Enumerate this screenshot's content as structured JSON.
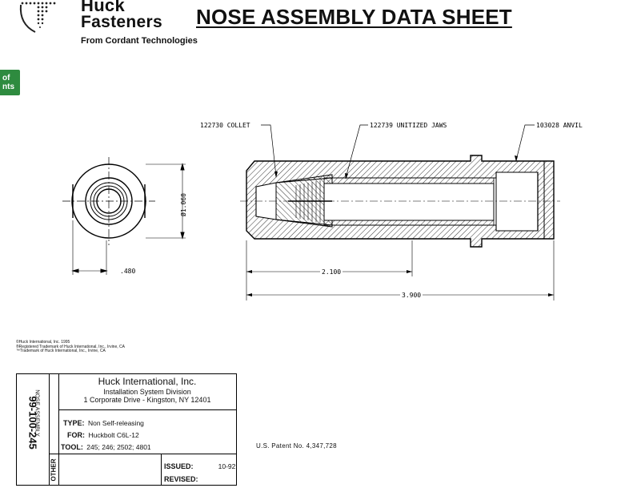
{
  "header": {
    "brand_line1": "Huck",
    "brand_line2": "Fasteners",
    "brand_sub": "From Cordant Technologies",
    "title": "NOSE ASSEMBLY DATA SHEET"
  },
  "side_tab": {
    "line1": "of",
    "line2": "nts"
  },
  "drawing": {
    "callouts": {
      "collet": "122730 COLLET",
      "jaws": "122739 UNITIZED JAWS",
      "anvil": "103028 ANVIL"
    },
    "dimensions": {
      "diameter": "Ø1.060",
      "end_width": ".480",
      "length_a": "2.100",
      "length_b": "3.900"
    }
  },
  "copyright": {
    "line1": "©Huck International, Inc. 1995",
    "line2": "®Registered Trademark of Huck International, Inc., Irvine, CA",
    "line3": "™Trademark of Huck International, Inc., Irvine, CA"
  },
  "title_block": {
    "part_number": "99-100-245",
    "category": "NOSE ASSEMBLY",
    "other": "OTHER",
    "company": "Huck International, Inc.",
    "division": "Installation System Division",
    "address": "1 Corporate Drive - Kingston, NY  12401",
    "type_label": "TYPE:",
    "type_value": "Non Self-releasing",
    "for_label": "FOR:",
    "for_value": "Huckbolt C6L-12",
    "tool_label": "TOOL:",
    "tool_value": "245; 246; 2502; 4801",
    "issued_label": "ISSUED:",
    "issued_value": "10-92",
    "revised_label": "REVISED:",
    "revised_value": ""
  },
  "patent": "U.S. Patent No. 4,347,728"
}
